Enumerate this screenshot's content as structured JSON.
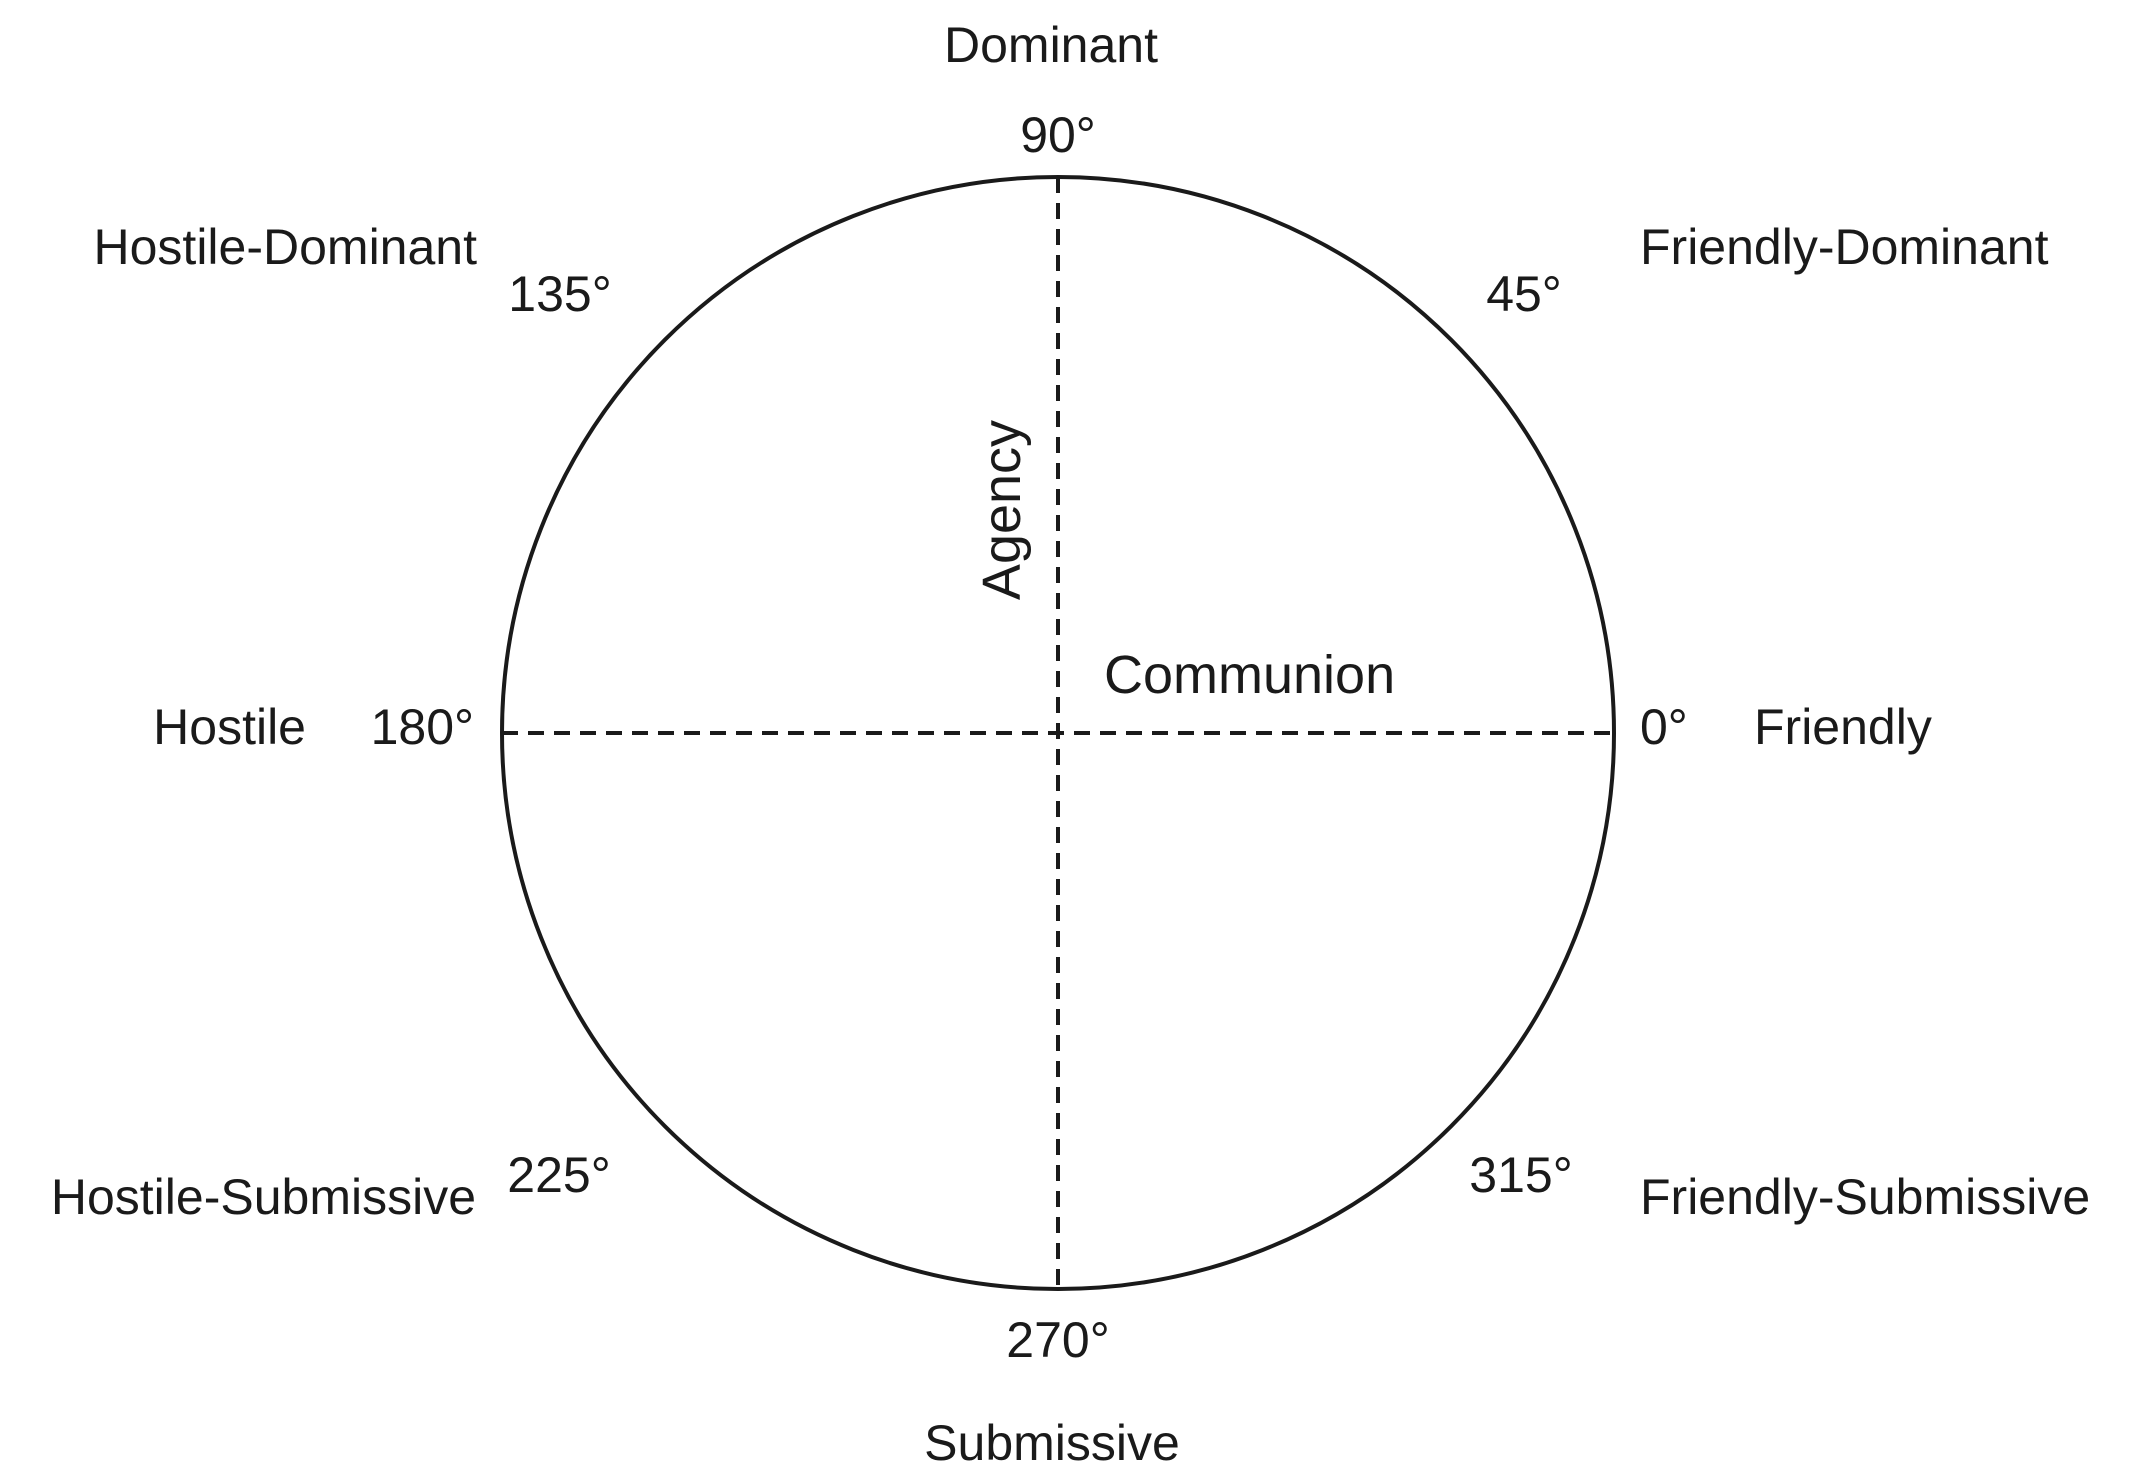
{
  "diagram": {
    "axes": {
      "vertical": "Agency",
      "horizontal": "Communion"
    },
    "octants": [
      {
        "angle_label": "90°",
        "name": "Dominant"
      },
      {
        "angle_label": "45°",
        "name": "Friendly-Dominant"
      },
      {
        "angle_label": "0°",
        "name": "Friendly"
      },
      {
        "angle_label": "315°",
        "name": "Friendly-Submissive"
      },
      {
        "angle_label": "270°",
        "name": "Submissive"
      },
      {
        "angle_label": "225°",
        "name": "Hostile-Submissive"
      },
      {
        "angle_label": "180°",
        "name": "Hostile"
      },
      {
        "angle_label": "135°",
        "name": "Hostile-Dominant"
      }
    ],
    "colors": {
      "line": "#1a1a1a",
      "background": "#ffffff"
    }
  }
}
